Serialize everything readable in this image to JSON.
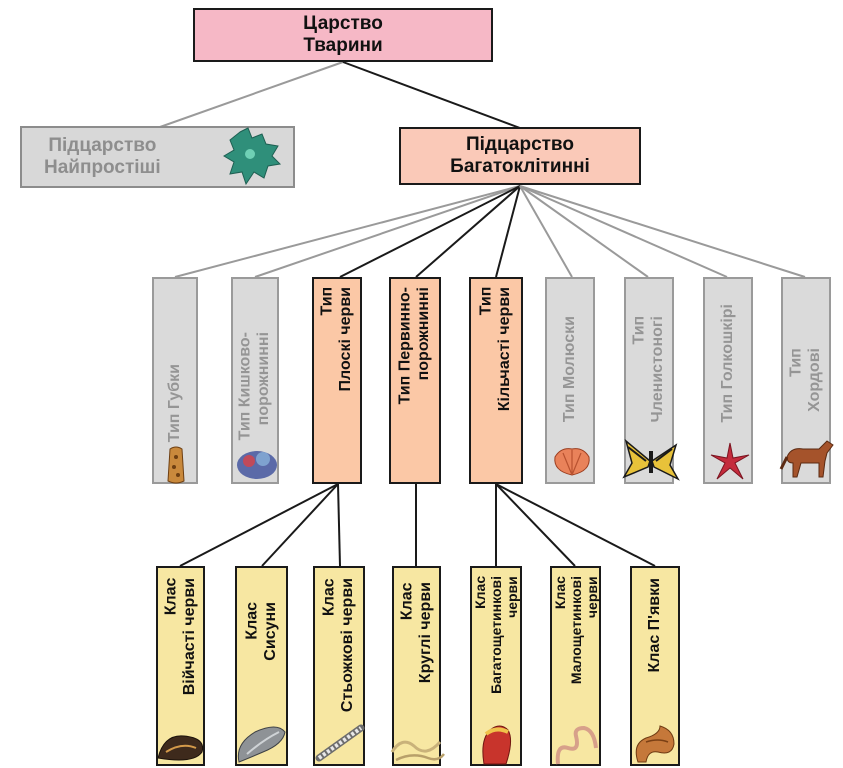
{
  "kingdom": {
    "line1": "Царство",
    "line2": "Тварини"
  },
  "subkingdoms": [
    {
      "line1": "Підцарство",
      "line2": "Найпростіші",
      "state": "inactive",
      "icon": "amoeba-icon"
    },
    {
      "line1": "Підцарство",
      "line2": "Багатоклітинні",
      "state": "active"
    }
  ],
  "phyla": [
    {
      "label": "Тип Губки",
      "state": "inactive",
      "icon": "sponge-icon"
    },
    {
      "label": "Тип Кишково-\nпорожнинні",
      "state": "inactive",
      "icon": "coral-icon"
    },
    {
      "label": "Тип\nПлоскі черви",
      "state": "active"
    },
    {
      "label": "Тип Первинно-\nпорожнинні",
      "state": "active"
    },
    {
      "label": "Тип\nКільчасті черви",
      "state": "active"
    },
    {
      "label": "Тип Молюски",
      "state": "inactive",
      "icon": "shell-icon"
    },
    {
      "label": "Тип\nЧленистоногі",
      "state": "inactive",
      "icon": "butterfly-icon"
    },
    {
      "label": "Тип Голкошкірі",
      "state": "inactive",
      "icon": "starfish-icon"
    },
    {
      "label": "Тип\nХордові",
      "state": "inactive",
      "icon": "horse-icon"
    }
  ],
  "classes": [
    {
      "label": "Клас\nВійчасті черви",
      "icon": "planarian-icon"
    },
    {
      "label": "Клас\nСисуни",
      "icon": "fluke-icon"
    },
    {
      "label": "Клас\nСтьожкові черви",
      "icon": "tapeworm-icon"
    },
    {
      "label": "Клас\nКруглі черви",
      "icon": "roundworm-icon"
    },
    {
      "label": "Клас\nБагатощетинкові\nчерви",
      "icon": "polychaete-icon"
    },
    {
      "label": "Клас\nМалощетинкові\nчерви",
      "icon": "earthworm-icon"
    },
    {
      "label": "Клас П'явки",
      "icon": "leech-icon"
    }
  ],
  "colors": {
    "kingdom_fill": "#f6b8c6",
    "subkingdom_active_fill": "#fac9b8",
    "inactive_fill": "#d8d8d8",
    "phylum_active_fill": "#fbc8a6",
    "class_fill": "#f7e7a2",
    "inactive_text": "#8e8e8e",
    "active_line": "#1a1a1a",
    "inactive_line": "#9a9a9a"
  }
}
